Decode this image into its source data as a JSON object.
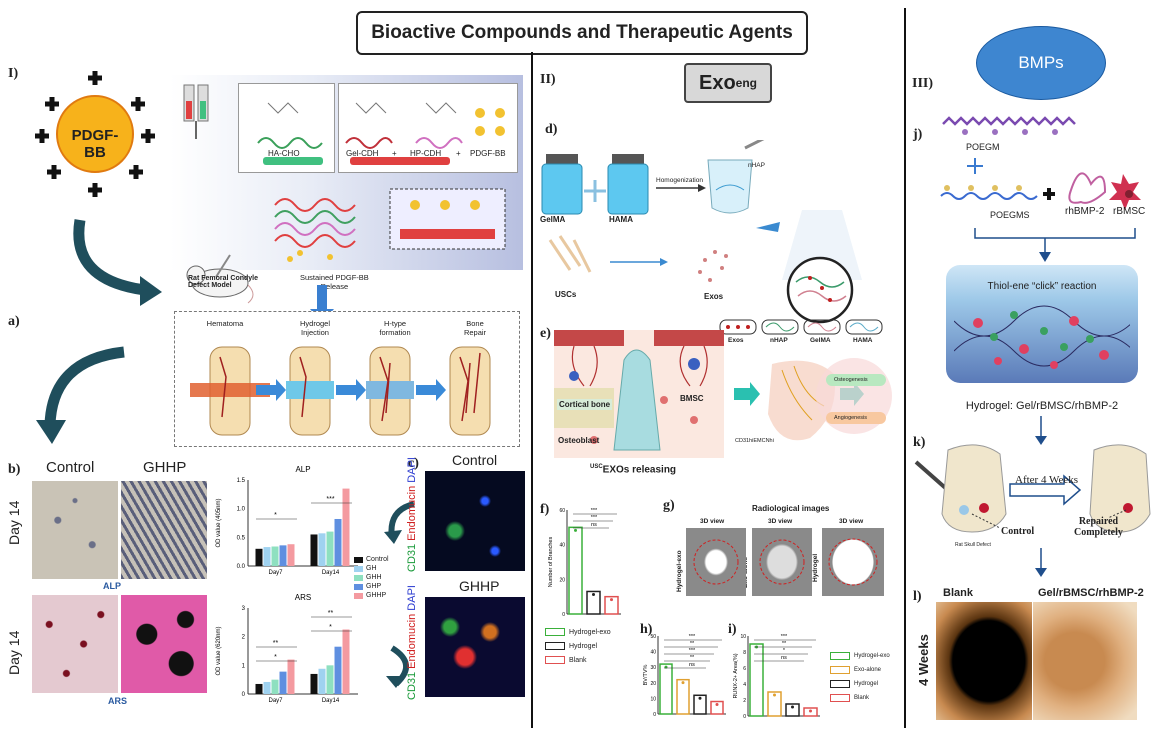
{
  "header": {
    "title": "Bioactive Compounds and Therapeutic Agents"
  },
  "panel_I": {
    "roman": "I)",
    "growth_factor": "PDGF-BB",
    "label_a": "a)",
    "label_b": "b)",
    "label_c": "c)",
    "schematic": {
      "reagents": [
        "HA-CHO",
        "Gel-CDH",
        "HP-CDH",
        "PDGF-BB"
      ],
      "plus": "+",
      "model_label": "Rat Femoral Condyle\nDefect Model",
      "release_label": "Sustained PDGF-BB\nRelease",
      "stages": [
        "Hematoma",
        "Hydrogel\nInjection",
        "H-type\nformation",
        "Bone\nRepair"
      ]
    },
    "micrographs": {
      "col_control": "Control",
      "col_ghhp": "GHHP",
      "row1": "Day 14",
      "row2": "Day 14",
      "stain1": "ALP",
      "stain2": "ARS"
    },
    "fluorescence": {
      "top": "Control",
      "bottom": "GHHP",
      "markers": [
        "CD31",
        "Endomucin",
        "DAPI"
      ]
    }
  },
  "panel_II": {
    "roman": "II)",
    "exo_main": "Exo",
    "exo_sub": "eng",
    "label_d": "d)",
    "label_e": "e)",
    "label_f": "f)",
    "label_g": "g)",
    "label_h": "h)",
    "label_i": "i)",
    "d": {
      "gelma": "GelMA",
      "hama": "HAMA",
      "homog": "Homogenization",
      "nhap": "nHAP",
      "uscs": "USCs",
      "exos": "Exos",
      "legend": [
        "Exos",
        "nHAP",
        "GelMA",
        "HAMA"
      ]
    },
    "e": {
      "cortical": "Cortical bone",
      "bmsc": "BMSC",
      "osteoblast": "Osteoblast",
      "cd31": "CD31hiEMCNhi",
      "osteogenesis": "Osteogenesis",
      "angiogenesis": "Angiogenesis",
      "caption_sup": "USC",
      "caption": "EXOs releasing"
    },
    "g": {
      "title": "Radiological images",
      "views": [
        "3D view",
        "3D view",
        "3D view"
      ],
      "rows": [
        "Hydrogel-exo",
        "Exo-alone",
        "Hydrogel"
      ]
    },
    "legend_f": [
      "Hydrogel-exo",
      "Hydrogel",
      "Blank"
    ],
    "legend_i": [
      "Hydrogel-exo",
      "Exo-alone",
      "Hydrogel",
      "Blank"
    ]
  },
  "panel_III": {
    "roman": "III)",
    "bmps": "BMPs",
    "label_j": "j)",
    "label_k": "k)",
    "label_l": "l)",
    "poegm": "POEGM",
    "poegms": "POEGMS",
    "rhbmp2": "rhBMP-2",
    "rbmsc": "rBMSC",
    "reaction": "Thiol-ene “click” reaction",
    "hydrogel": "Hydrogel: Gel/rBMSC/rhBMP-2",
    "after": "After 4 Weeks",
    "control": "Control",
    "repaired": "Repaired\nCompletely",
    "skull_defect": "Rat Skull Defect",
    "blank": "Blank",
    "gel": "Gel/rBMSC/rhBMP-2",
    "weeks": "4 Weeks"
  },
  "colors": {
    "pdgf": "#F7B21B",
    "bmps": "#3E86D0",
    "control": "#111111",
    "gh": "#9FD2F0",
    "ghh": "#8EE0C0",
    "ghp": "#5F8FE0",
    "ghhp": "#F49AA0"
  },
  "chart_data": [
    {
      "type": "bar",
      "title": "ALP",
      "ylabel": "OD value (405nm)",
      "categories": [
        "Day7",
        "Day14"
      ],
      "ylim": [
        0,
        1.5
      ],
      "yticks": [
        0.0,
        0.5,
        1.0,
        1.5
      ],
      "series": [
        {
          "name": "Control",
          "values": [
            0.3,
            0.55
          ]
        },
        {
          "name": "GH",
          "values": [
            0.33,
            0.57
          ]
        },
        {
          "name": "GHH",
          "values": [
            0.34,
            0.6
          ]
        },
        {
          "name": "GHP",
          "values": [
            0.36,
            0.82
          ]
        },
        {
          "name": "GHHP",
          "values": [
            0.38,
            1.35
          ]
        }
      ],
      "sig": [
        "*",
        "***"
      ]
    },
    {
      "type": "bar",
      "title": "ARS",
      "ylabel": "OD value (620nm)",
      "categories": [
        "Day7",
        "Day14"
      ],
      "ylim": [
        0,
        3
      ],
      "yticks": [
        0,
        1,
        2,
        3
      ],
      "series": [
        {
          "name": "Control",
          "values": [
            0.35,
            0.7
          ]
        },
        {
          "name": "GH",
          "values": [
            0.42,
            0.88
          ]
        },
        {
          "name": "GHH",
          "values": [
            0.5,
            1.0
          ]
        },
        {
          "name": "GHP",
          "values": [
            0.78,
            1.65
          ]
        },
        {
          "name": "GHHP",
          "values": [
            1.2,
            2.25
          ]
        }
      ],
      "sig": [
        "**",
        "*",
        "**",
        "*"
      ]
    },
    {
      "type": "bar",
      "ylabel": "Number of Branches",
      "categories": [
        "Hydrogel-exo",
        "Hydrogel",
        "Blank"
      ],
      "values": [
        50,
        13,
        10
      ],
      "ylim": [
        0,
        60
      ],
      "yticks": [
        0,
        20,
        40,
        60
      ],
      "sig": [
        "***",
        "***",
        "ns"
      ]
    },
    {
      "type": "bar",
      "ylabel": "BV/TV%",
      "categories": [
        "Hydrogel-exo",
        "Exo-alone",
        "Hydrogel",
        "Blank"
      ],
      "values": [
        32,
        22,
        12,
        8
      ],
      "ylim": [
        0,
        50
      ],
      "yticks": [
        0,
        10,
        20,
        30,
        40,
        50
      ],
      "sig": [
        "***",
        "**",
        "***",
        "**",
        "ns"
      ]
    },
    {
      "type": "bar",
      "ylabel": "RUNX-2+ Area(%)",
      "categories": [
        "Hydrogel-exo",
        "Exo-alone",
        "Hydrogel",
        "Blank"
      ],
      "values": [
        9,
        3,
        1.5,
        1
      ],
      "ylim": [
        0,
        10
      ],
      "yticks": [
        0,
        2,
        4,
        6,
        8,
        10
      ],
      "sig": [
        "***",
        "**",
        "*",
        "ns"
      ]
    }
  ]
}
